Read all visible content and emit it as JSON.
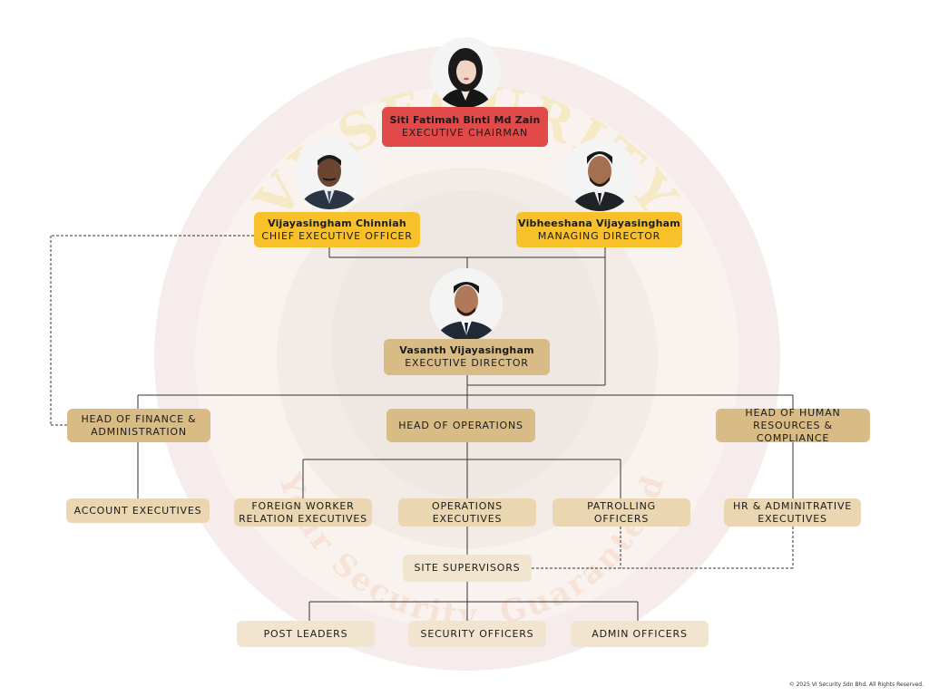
{
  "watermark": {
    "arc_top": "VI SECURITY",
    "arc_bottom": "Your Security, Guaranteed"
  },
  "people": {
    "chairman": {
      "name": "Siti Fatimah Binti Md Zain",
      "role": "EXECUTIVE CHAIRMAN"
    },
    "ceo": {
      "name": "Vijayasingham Chinniah",
      "role": "CHIEF EXECUTIVE OFFICER"
    },
    "md": {
      "name": "Vibheeshana Vijayasingham",
      "role": "MANAGING DIRECTOR"
    },
    "ed": {
      "name": "Vasanth Vijayasingham",
      "role": "EXECUTIVE DIRECTOR"
    }
  },
  "departments": {
    "finance": [
      "HEAD OF FINANCE &",
      "ADMINISTRATION"
    ],
    "operations": "HEAD OF OPERATIONS",
    "hr": [
      "HEAD OF HUMAN",
      "RESOURCES & COMPLIANCE"
    ]
  },
  "teams": {
    "account": "ACCOUNT EXECUTIVES",
    "foreign": [
      "FOREIGN WORKER",
      "RELATION EXECUTIVES"
    ],
    "ops_exec": [
      "OPERATIONS",
      "EXECUTIVES"
    ],
    "patrol": [
      "PATROLLING",
      "OFFICERS"
    ],
    "hr_exec": [
      "HR & ADMINITRATIVE",
      "EXECUTIVES"
    ],
    "site": "SITE SUPERVISORS",
    "post": "POST LEADERS",
    "security": "SECURITY OFFICERS",
    "admin": "ADMIN OFFICERS"
  },
  "footer": "© 2025 VI Security Sdn Bhd. All Rights Reserved.",
  "colors": {
    "red": "#e24a49",
    "yellow": "#f8c12a",
    "tan": "#d9bc85",
    "light": "#ead6b0",
    "lighter": "#f2e5cf"
  }
}
